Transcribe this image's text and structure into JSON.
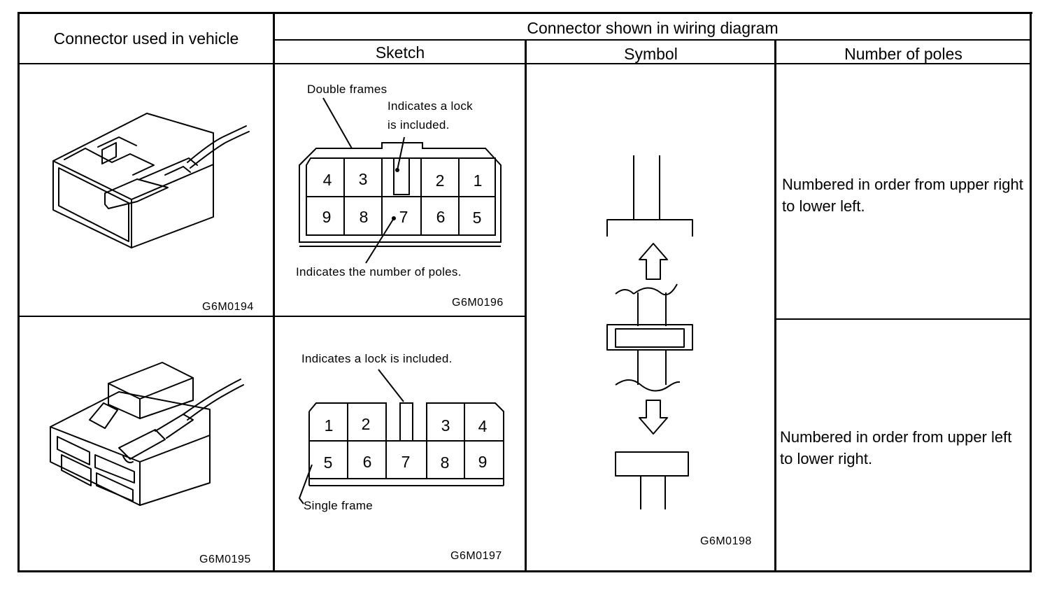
{
  "table": {
    "header": {
      "vehicle_col": "Connector used in vehicle",
      "wiring_group": "Connector shown in wiring diagram",
      "sketch_col": "Sketch",
      "symbol_col": "Symbol",
      "poles_col": "Number of poles"
    },
    "row1": {
      "vehicle_code": "G6M0194",
      "sketch": {
        "double_frames": "Double frames",
        "lock_line1": "Indicates a lock",
        "lock_line2": "is included.",
        "poles_note": "Indicates the number of poles.",
        "pins_top": [
          "4",
          "3",
          "2",
          "1"
        ],
        "pins_bottom": [
          "9",
          "8",
          "7",
          "6",
          "5"
        ],
        "code": "G6M0196"
      },
      "poles_text": "Numbered in order from upper right to lower left."
    },
    "row2": {
      "vehicle_code": "G6M0195",
      "sketch": {
        "lock_note": "Indicates a lock is included.",
        "single_frame": "Single frame",
        "pins_top": [
          "1",
          "2",
          "3",
          "4"
        ],
        "pins_bottom": [
          "5",
          "6",
          "7",
          "8",
          "9"
        ],
        "code": "G6M0197"
      },
      "poles_text": "Numbered in order from upper left to lower right."
    },
    "symbol_code": "G6M0198"
  }
}
